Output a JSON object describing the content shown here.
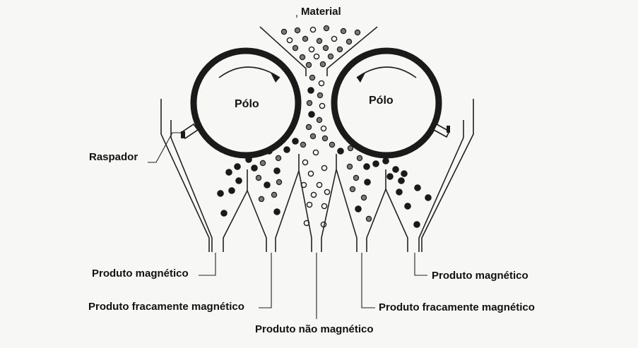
{
  "diagram": {
    "labels": {
      "material": "Material",
      "pole_left": "Pólo",
      "pole_right": "Pólo",
      "scraper": "Raspador",
      "magnetic_left": "Produto magnético",
      "magnetic_right": "Produto magnético",
      "weak_left": "Produto fracamente magnético",
      "weak_right": "Produto fracamente magnético",
      "nonmagnetic": "Produto não magnético"
    }
  }
}
